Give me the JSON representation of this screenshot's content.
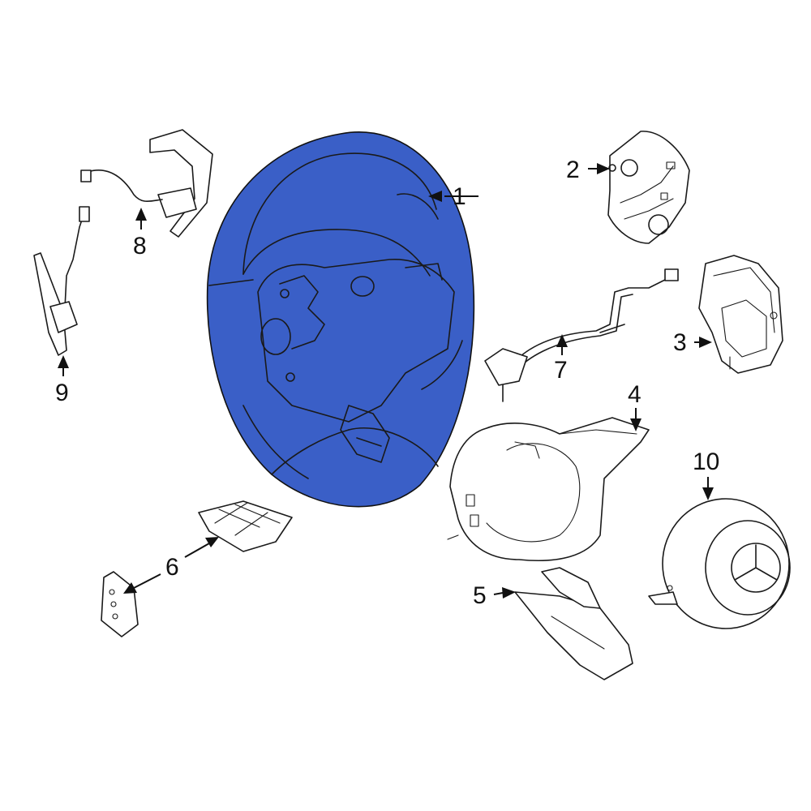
{
  "highlight_color": "#3a5fc7",
  "callouts": [
    {
      "label": "1"
    },
    {
      "label": "2"
    },
    {
      "label": "3"
    },
    {
      "label": "4"
    },
    {
      "label": "5"
    },
    {
      "label": "6"
    },
    {
      "label": "7"
    },
    {
      "label": "8"
    },
    {
      "label": "9"
    },
    {
      "label": "10"
    }
  ]
}
